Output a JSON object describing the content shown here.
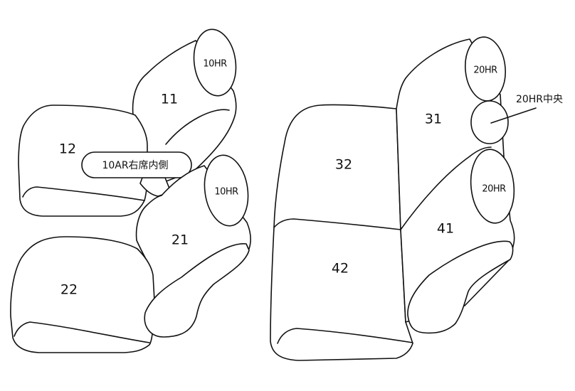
{
  "parts": {
    "p11": "11",
    "p12": "12",
    "p21": "21",
    "p22": "22",
    "p31": "31",
    "p32": "32",
    "p41": "41",
    "p42": "42"
  },
  "headrests": {
    "hr10_front": "10HR",
    "hr10_second": "10HR",
    "hr20_top": "20HR",
    "hr20_bottom": "20HR",
    "hr20_center": "20HR中央"
  },
  "armrest": {
    "ar10": "10AR右席内側"
  }
}
